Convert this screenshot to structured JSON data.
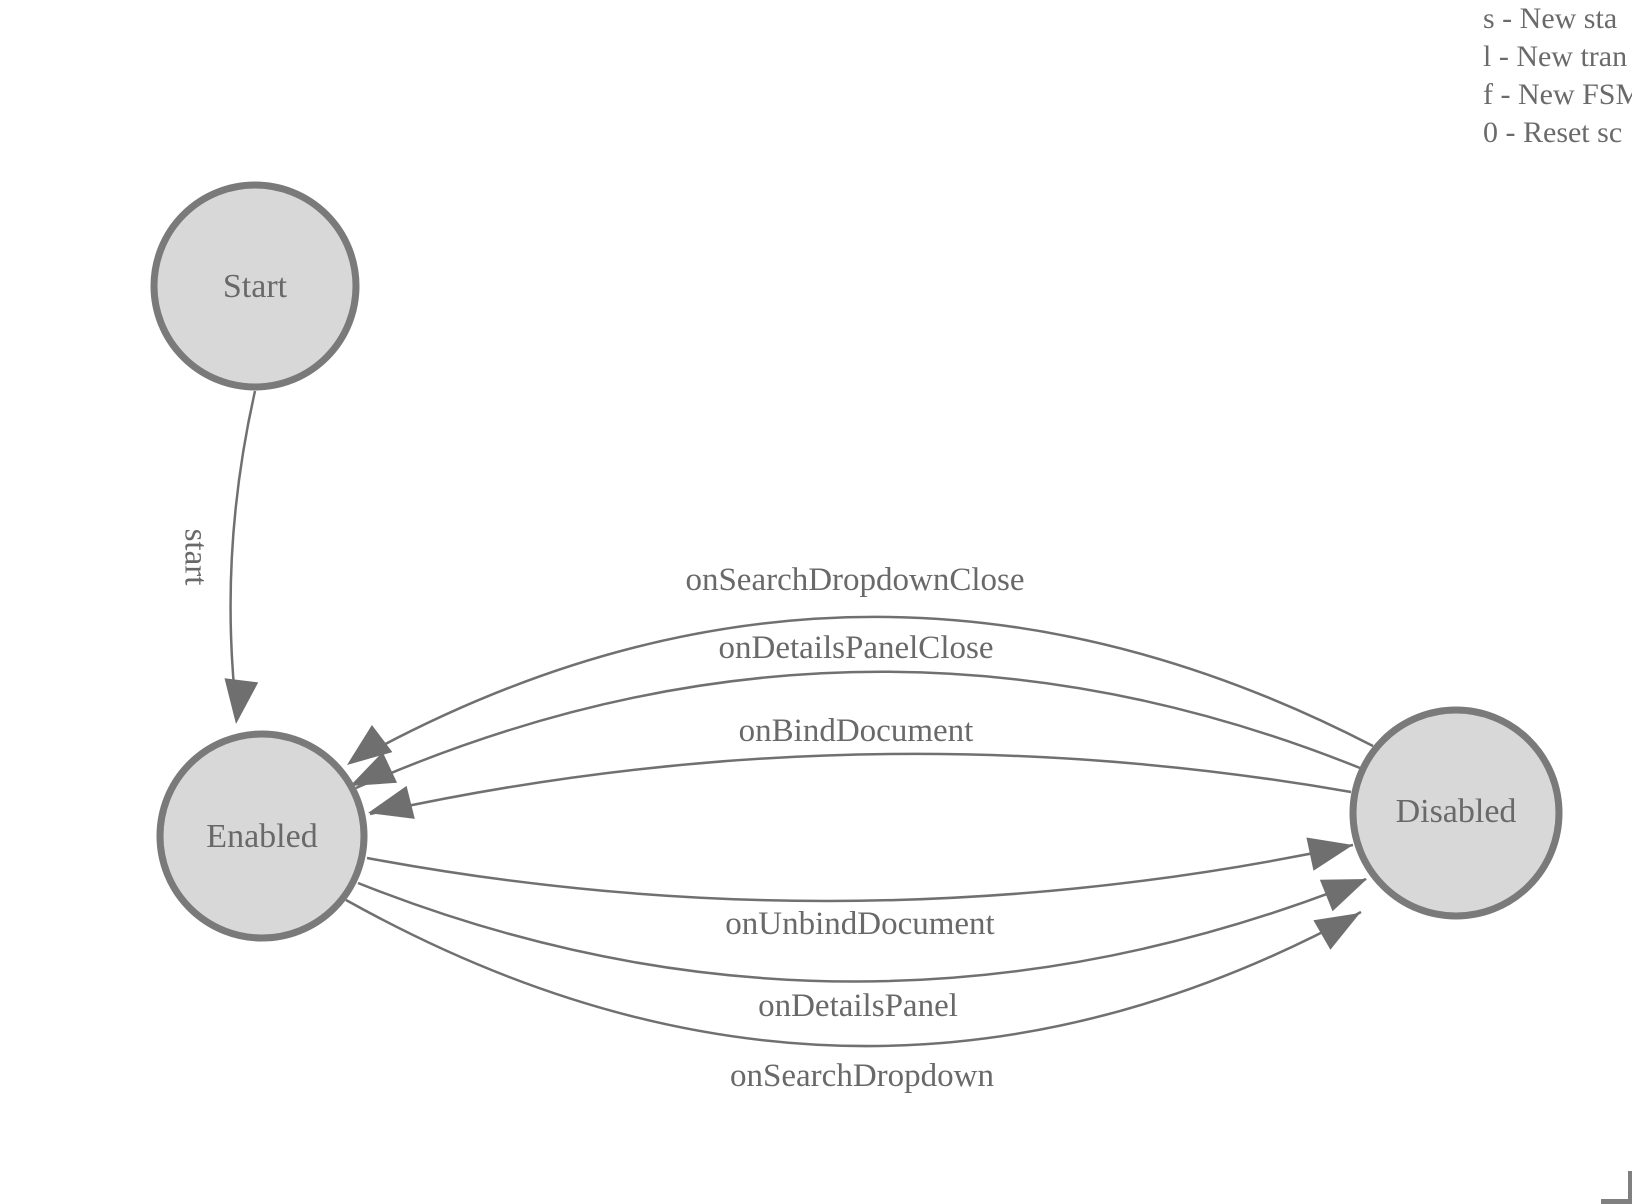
{
  "colors": {
    "node_fill": "#d8d8d8",
    "node_stroke": "#7a7a7a",
    "edge_stroke": "#707070",
    "arrow_fill": "#6f6f6f",
    "text": "#696969",
    "legend_text": "#6a6a6a",
    "corner_mark": "#808080"
  },
  "diagram": {
    "type": "state-machine",
    "nodes": [
      {
        "id": "start",
        "label": "Start"
      },
      {
        "id": "enabled",
        "label": "Enabled"
      },
      {
        "id": "disabled",
        "label": "Disabled"
      }
    ],
    "edges": [
      {
        "id": "start-transition",
        "label": "start",
        "from": "Start",
        "to": "Enabled"
      },
      {
        "id": "onSearchDropdownClose",
        "label": "onSearchDropdownClose",
        "from": "Disabled",
        "to": "Enabled"
      },
      {
        "id": "onDetailsPanelClose",
        "label": "onDetailsPanelClose",
        "from": "Disabled",
        "to": "Enabled"
      },
      {
        "id": "onBindDocument",
        "label": "onBindDocument",
        "from": "Disabled",
        "to": "Enabled"
      },
      {
        "id": "onUnbindDocument",
        "label": "onUnbindDocument",
        "from": "Enabled",
        "to": "Disabled"
      },
      {
        "id": "onDetailsPanel",
        "label": "onDetailsPanel",
        "from": "Enabled",
        "to": "Disabled"
      },
      {
        "id": "onSearchDropdown",
        "label": "onSearchDropdown",
        "from": "Enabled",
        "to": "Disabled"
      }
    ]
  },
  "legend": {
    "lines": [
      "s - New sta",
      "l - New tran",
      "f - New FSM",
      "0 - Reset sc"
    ]
  }
}
